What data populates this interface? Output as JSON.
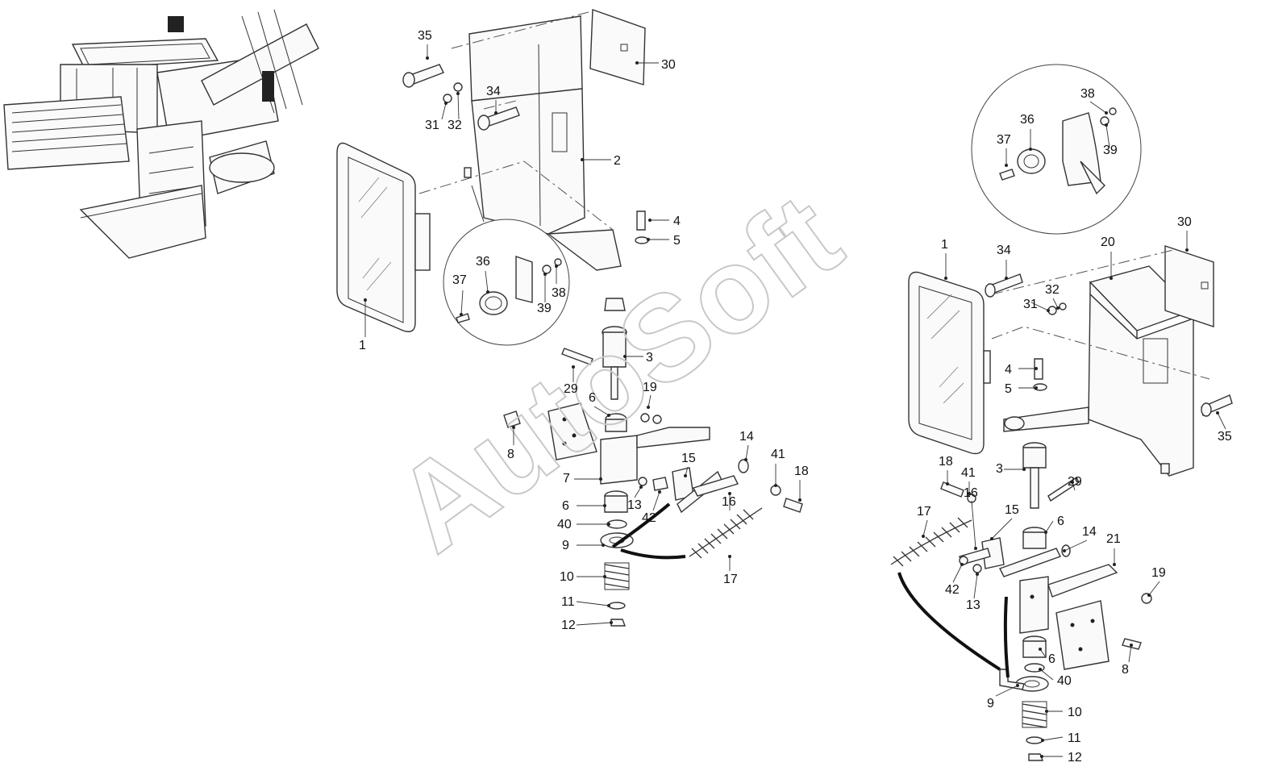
{
  "watermark": "AutoSoft",
  "callouts_left": [
    "35",
    "30",
    "34",
    "31",
    "32",
    "2",
    "4",
    "5",
    "1",
    "36",
    "37",
    "38",
    "39",
    "3",
    "29",
    "19",
    "6",
    "8",
    "14",
    "7",
    "15",
    "41",
    "18",
    "6",
    "13",
    "42",
    "16",
    "40",
    "9",
    "17",
    "10",
    "11",
    "12"
  ],
  "callouts_right": [
    "38",
    "36",
    "37",
    "39",
    "30",
    "1",
    "34",
    "20",
    "32",
    "31",
    "4",
    "5",
    "35",
    "3",
    "18",
    "41",
    "29",
    "16",
    "15",
    "17",
    "6",
    "14",
    "21",
    "19",
    "42",
    "13",
    "8",
    "6",
    "40",
    "9",
    "10",
    "11",
    "12"
  ]
}
